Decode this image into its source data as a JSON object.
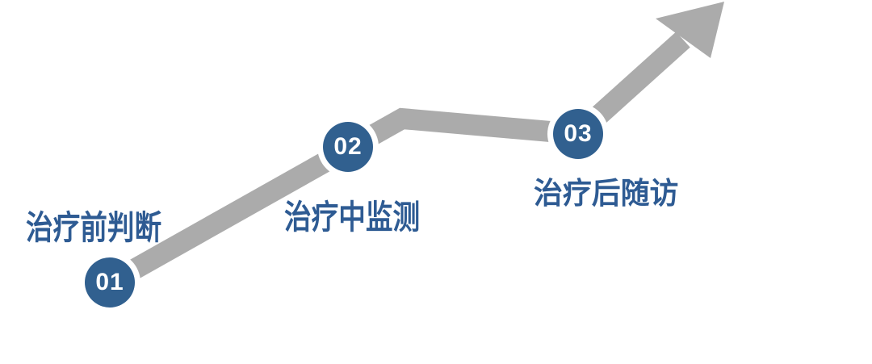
{
  "diagram": {
    "type": "timeline-growth-arrow",
    "steps": [
      {
        "number": "01",
        "label": "治疗前判断"
      },
      {
        "number": "02",
        "label": "治疗中监测"
      },
      {
        "number": "03",
        "label": "治疗后随访"
      }
    ]
  },
  "colors": {
    "band_gray": "#ABABAB",
    "circle_blue": "#31608F",
    "circle_ring_white": "#FFFFFF",
    "label_blue": "#2E5B93",
    "number_white": "#FFFFFF",
    "background": "#FFFFFF"
  },
  "icons": {
    "arrow": "growth-arrow-icon"
  }
}
